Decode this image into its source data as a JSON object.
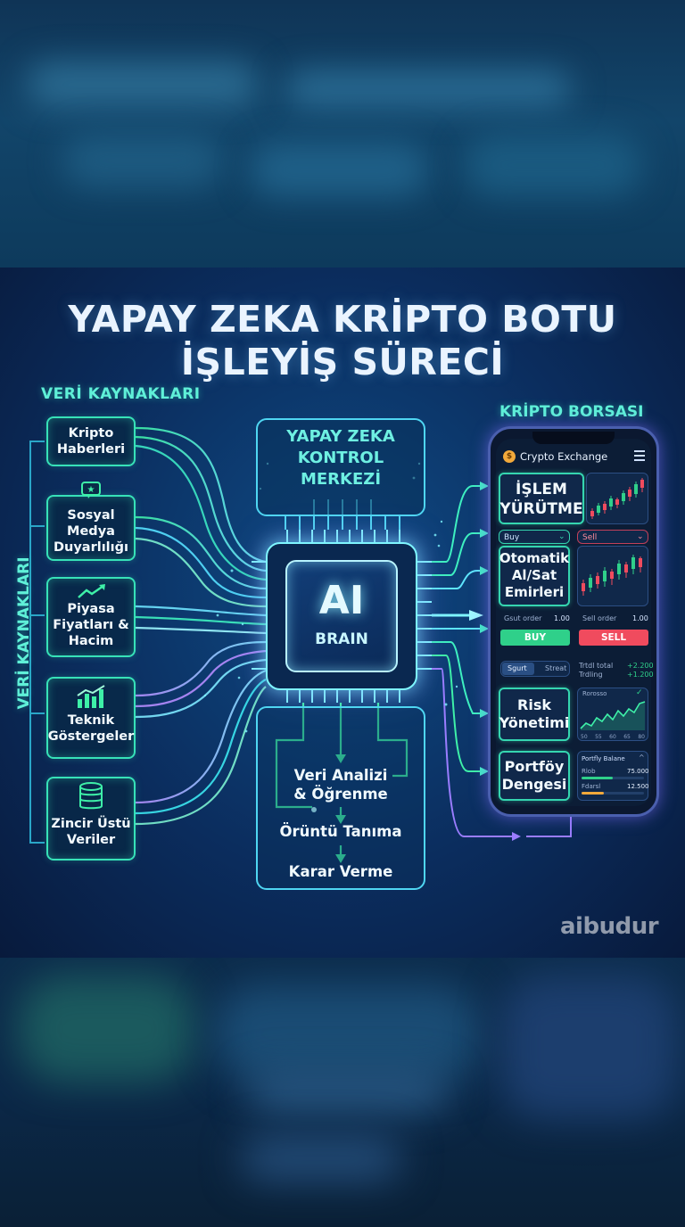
{
  "title": {
    "line1": "YAPAY ZEKA KRİPTO BOTU",
    "line2": "İŞLEYİŞ SÜRECİ"
  },
  "sources": {
    "label": "VERİ KAYNAKLARI",
    "side_label": "VERİ KAYNAKLARI",
    "items": [
      {
        "line1": "Kripto",
        "line2": "Haberleri",
        "line3": "",
        "icon": ""
      },
      {
        "line1": "Sosyal",
        "line2": "Medya",
        "line3": "Duyarlılığı",
        "icon": "social-chat-icon"
      },
      {
        "line1": "Piyasa",
        "line2": "Fiyatları &",
        "line3": "Hacim",
        "icon": "trend-up-icon"
      },
      {
        "line1": "Teknik",
        "line2": "Göstergeler",
        "line3": "",
        "icon": "bar-chart-icon"
      },
      {
        "line1": "Zincir Üstü",
        "line2": "Veriler",
        "line3": "",
        "icon": "database-icon"
      }
    ]
  },
  "control": {
    "line1": "YAPAY ZEKA",
    "line2": "KONTROL",
    "line3": "MERKEZİ"
  },
  "chip": {
    "main": "AI",
    "sub": "BRAIN"
  },
  "steps": {
    "s1_line1": "Veri Analizi",
    "s1_line2": "& Öğrenme",
    "s2": "Örüntü Tanıma",
    "s3": "Karar Verme"
  },
  "exchange": {
    "label": "KRİPTO BORSASI",
    "app_title": "Crypto Exchange",
    "exec_line1": "İŞLEM",
    "exec_line2": "YÜRÜTME",
    "buy_tab": "Buy",
    "sell_tab": "Sell",
    "auto_line1": "Otomatik",
    "auto_line2": "Al/Sat",
    "auto_line3": "Emirleri",
    "left_order": "Gsut order",
    "left_order_val": "1.00",
    "right_order": "Sell order",
    "right_order_val": "1.00",
    "buy_btn": "BUY",
    "sell_btn": "SELL",
    "seg_a": "Sgurt",
    "seg_b": "Streat",
    "trade_total": "Trtdl total",
    "trade_total_val": "+2.200",
    "trading": "Trdling",
    "trading_val": "+1.200",
    "risk_line1": "Risk",
    "risk_line2": "Yönetimi",
    "risk_chart_title": "Rorosso",
    "risk_x_ticks": [
      "50",
      "55",
      "60",
      "65",
      "80"
    ],
    "portfolio_line1": "Portföy",
    "portfolio_line2": "Dengesi",
    "pf_title": "Portfly Balane",
    "pf_row1": "Rlob",
    "pf_row1_val": "75.000",
    "pf_row2": "Fdarsl",
    "pf_row2_val": "12.500",
    "pf_row1_fill": 0.5,
    "pf_row2_fill": 0.35
  },
  "watermark": "aibudur",
  "colors": {
    "accent_green": "#37e2b8",
    "accent_cyan": "#4fd6f2",
    "accent_purple": "#9a7dff",
    "buy_green": "#2fd08a",
    "sell_red": "#f04b5e"
  }
}
